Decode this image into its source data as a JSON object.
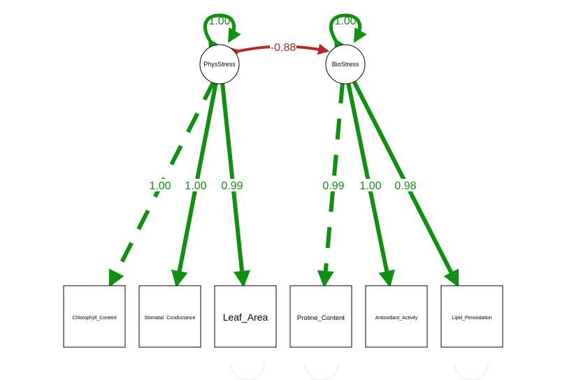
{
  "diagram": {
    "colors": {
      "positive": "#109010",
      "negative": "#b52828",
      "node_stroke": "#000000",
      "background": "#ffffff"
    },
    "latents": {
      "phys": {
        "label": "PhysStress",
        "variance": "1.00"
      },
      "bio": {
        "label": "BioStress",
        "variance": "1.00"
      }
    },
    "covariance": {
      "value": "-0.88"
    },
    "indicators": [
      {
        "label": "Chlorophyll_Content",
        "loading": "1.00"
      },
      {
        "label": "Stomatal  Conductance",
        "loading": "1.00"
      },
      {
        "label": "Leaf_Area",
        "loading": "0.99"
      },
      {
        "label": "Proline_Content",
        "loading": "0.99"
      },
      {
        "label": "Antioxidant_Activity",
        "loading": "1.00"
      },
      {
        "label": "Lipid_Peroxidation",
        "loading": "0.98"
      }
    ]
  }
}
